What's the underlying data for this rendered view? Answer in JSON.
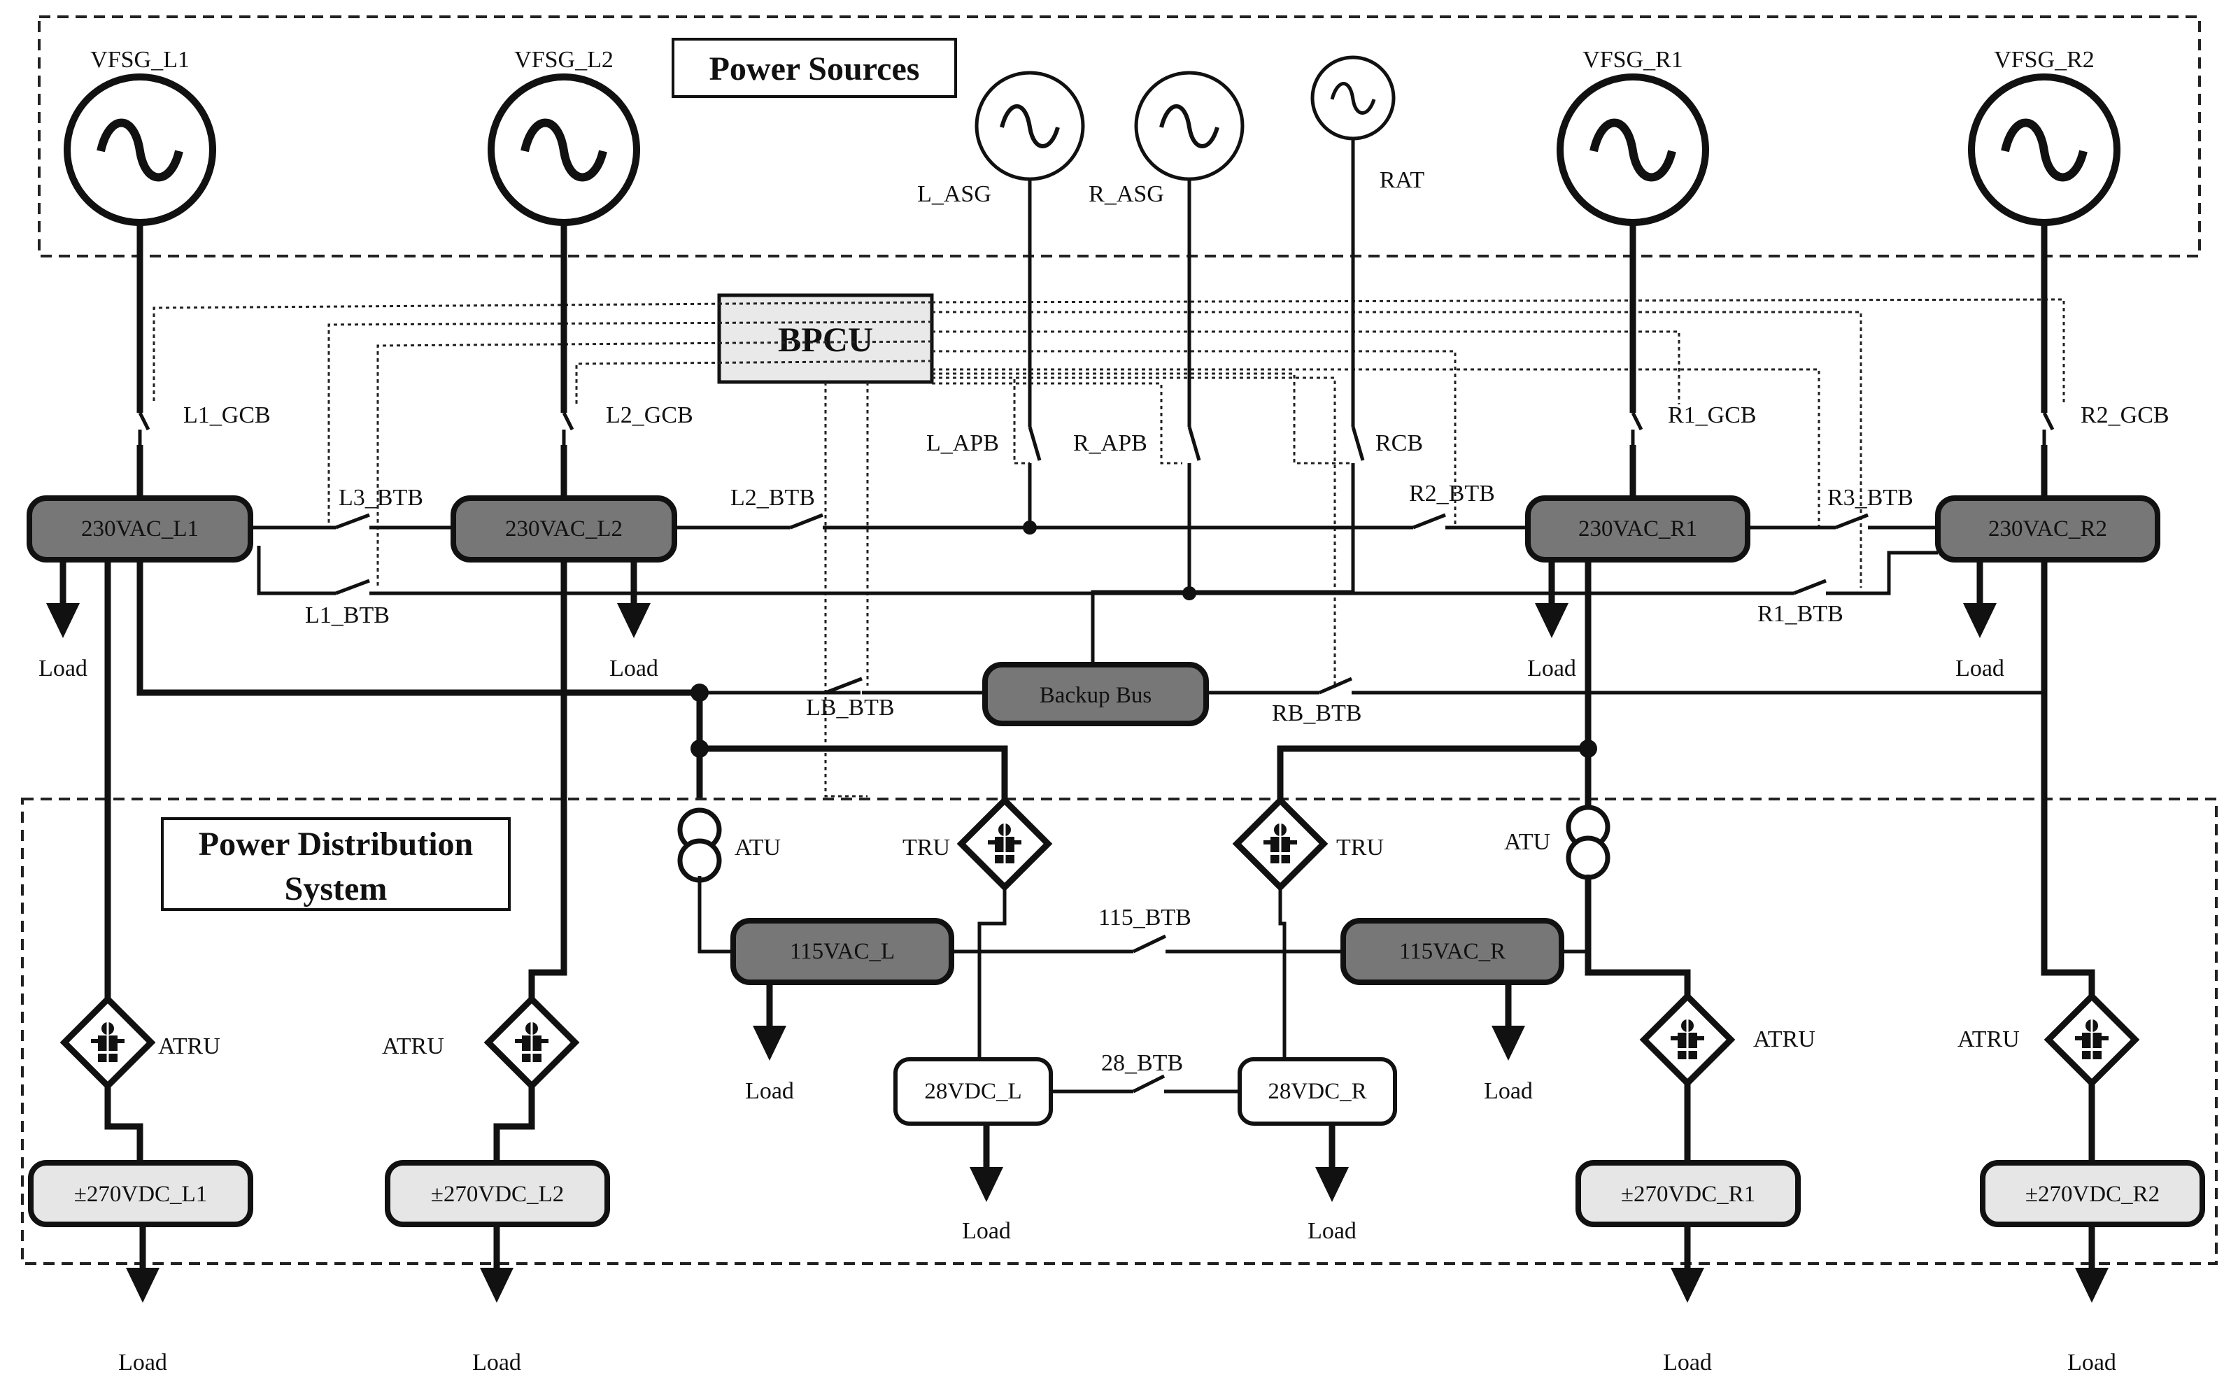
{
  "sections": {
    "power_sources": "Power Sources",
    "distribution_line1": "Power Distribution",
    "distribution_line2": "System"
  },
  "controller": "BPCU",
  "generators": {
    "vfsg_l1": "VFSG_L1",
    "vfsg_l2": "VFSG_L2",
    "vfsg_r1": "VFSG_R1",
    "vfsg_r2": "VFSG_R2",
    "l_asg": "L_ASG",
    "r_asg": "R_ASG",
    "rat": "RAT"
  },
  "breakers": {
    "l1_gcb": "L1_GCB",
    "l2_gcb": "L2_GCB",
    "r1_gcb": "R1_GCB",
    "r2_gcb": "R2_GCB",
    "l_apb": "L_APB",
    "r_apb": "R_APB",
    "rcb": "RCB",
    "l3_btb": "L3_BTB",
    "l2_btb": "L2_BTB",
    "r2_btb": "R2_BTB",
    "r3_btb": "R3_BTB",
    "l1_btb": "L1_BTB",
    "r1_btb": "R1_BTB",
    "lb_btb": "LB_BTB",
    "rb_btb": "RB_BTB",
    "btb_115": "115_BTB",
    "btb_28": "28_BTB"
  },
  "buses": {
    "ac230_l1": "230VAC_L1",
    "ac230_l2": "230VAC_L2",
    "ac230_r1": "230VAC_R1",
    "ac230_r2": "230VAC_R2",
    "backup": "Backup Bus",
    "ac115_l": "115VAC_L",
    "ac115_r": "115VAC_R",
    "dc28_l": "28VDC_L",
    "dc28_r": "28VDC_R",
    "dc270_l1": "±270VDC_L1",
    "dc270_l2": "±270VDC_L2",
    "dc270_r1": "±270VDC_R1",
    "dc270_r2": "±270VDC_R2"
  },
  "converters": {
    "atu": "ATU",
    "tru": "TRU",
    "atru": "ATRU"
  },
  "load_label": "Load"
}
